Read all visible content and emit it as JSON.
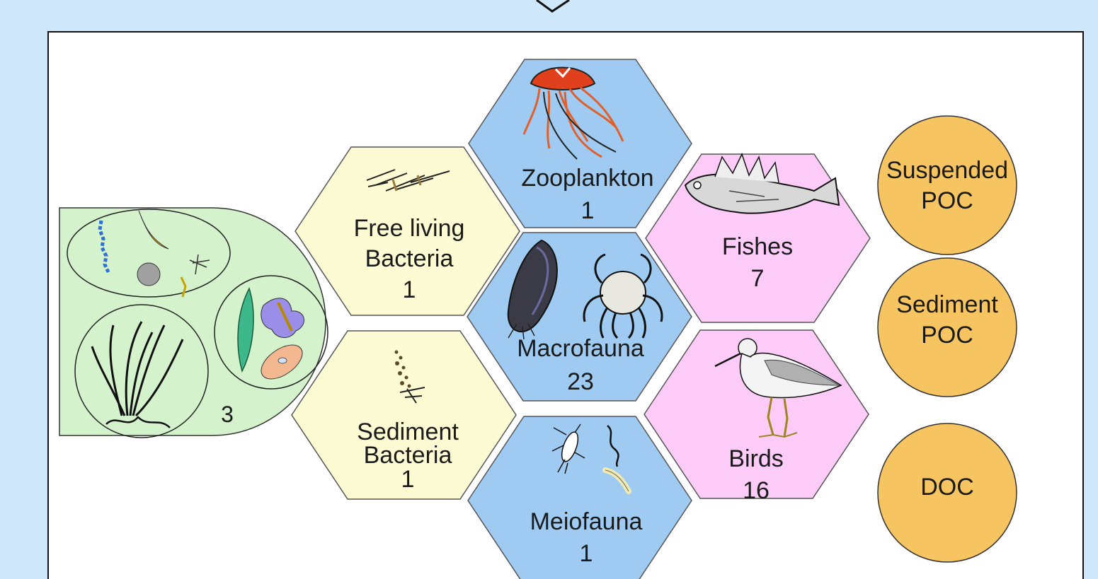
{
  "colors": {
    "page_background": "#cfe7fb",
    "panel_background": "#ffffff",
    "primary_producers": "#d4f2cc",
    "bacteria_group": "#fdfbd3",
    "invertebrate_group": "#9fcbf2",
    "vertebrate_group": "#fccbf7",
    "detritus_group": "#f6c460"
  },
  "primary_producers": {
    "count": "3",
    "icons": [
      "phytoplankton-icon",
      "microphytobenthos-icon",
      "seagrass-icon"
    ]
  },
  "compartments": {
    "free_living_bacteria": {
      "line1": "Free living",
      "line2": "Bacteria",
      "count": "1",
      "icon": "bacteria-icon"
    },
    "sediment_bacteria": {
      "line1": "Sediment",
      "line2": "Bacteria",
      "count": "1",
      "icon": "sediment-particles-icon"
    },
    "zooplankton": {
      "name": "Zooplankton",
      "count": "1",
      "icon": "jellyfish-icon"
    },
    "macrofauna": {
      "name": "Macrofauna",
      "count": "23",
      "icons": [
        "mussel-icon",
        "crab-icon"
      ]
    },
    "meiofauna": {
      "name": "Meiofauna",
      "count": "1",
      "icons": [
        "copepod-icon",
        "nematode-icon"
      ]
    },
    "fishes": {
      "name": "Fishes",
      "count": "7",
      "icon": "fish-icon"
    },
    "birds": {
      "name": "Birds",
      "count": "16",
      "icon": "wading-bird-icon"
    }
  },
  "detritus": {
    "suspended_poc": {
      "line1": "Suspended",
      "line2": "POC"
    },
    "sediment_poc": {
      "line1": "Sediment",
      "line2": "POC"
    },
    "doc": {
      "label": "DOC"
    }
  }
}
